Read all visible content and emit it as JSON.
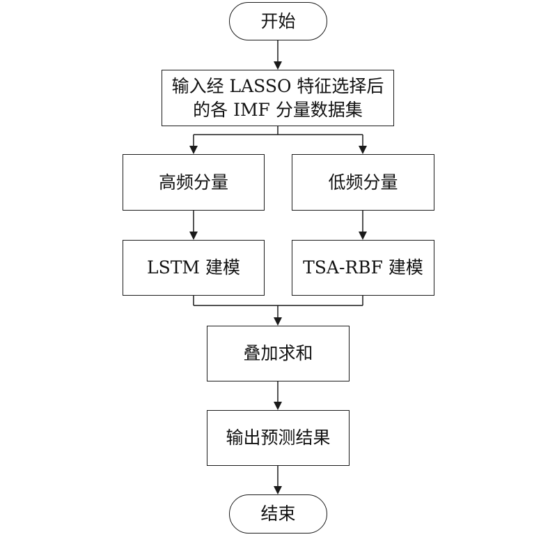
{
  "flowchart": {
    "start": "开始",
    "input_line1": "输入经 LASSO 特征选择后",
    "input_line2": "的各 IMF 分量数据集",
    "high_freq": "高频分量",
    "low_freq": "低频分量",
    "lstm": "LSTM 建模",
    "tsa_rbf": "TSA-RBF 建模",
    "sum": "叠加求和",
    "output": "输出预测结果",
    "end": "结束"
  }
}
